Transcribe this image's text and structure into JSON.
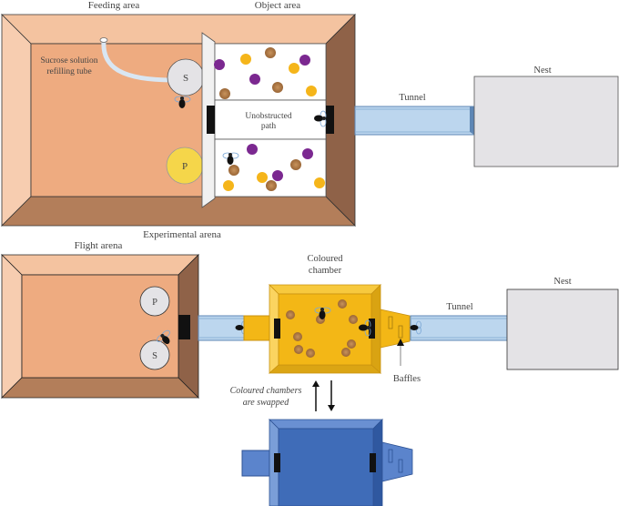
{
  "top_panel": {
    "labels": {
      "feeding_area": "Feeding area",
      "object_area": "Object area",
      "sucrose_tube_line1": "Sucrose solution",
      "sucrose_tube_line2": "refilling tube",
      "unobstructed_line1": "Unobstructed",
      "unobstructed_line2": "path",
      "tunnel": "Tunnel",
      "nest": "Nest",
      "experimental_arena": "Experimental arena",
      "feeder_s": "S",
      "feeder_p": "P"
    }
  },
  "bottom_panel": {
    "labels": {
      "flight_arena": "Flight arena",
      "coloured_chamber_line1": "Coloured",
      "coloured_chamber_line2": "chamber",
      "tunnel": "Tunnel",
      "nest": "Nest",
      "baffles": "Baffles",
      "swap_line1": "Coloured chambers",
      "swap_line2": "are swapped",
      "feeder_p": "P",
      "feeder_s": "S"
    }
  },
  "colors": {
    "arena_floor": "#eeab80",
    "arena_top_wall": "#f4c3a0",
    "arena_left_wall": "#f7cdb0",
    "arena_right_wall": "#8f6248",
    "arena_bottom_wall": "#b37e5a",
    "tunnel": "#bcd6ee",
    "tunnel_edge": "#5e87b5",
    "nest": "#e4e3e6",
    "yellow_chamber": "#f3b716",
    "blue_chamber": "#3f6cb8",
    "purple_object": "#7b2890",
    "yellow_object": "#f5b51a",
    "wood_object": "#b07a48"
  }
}
